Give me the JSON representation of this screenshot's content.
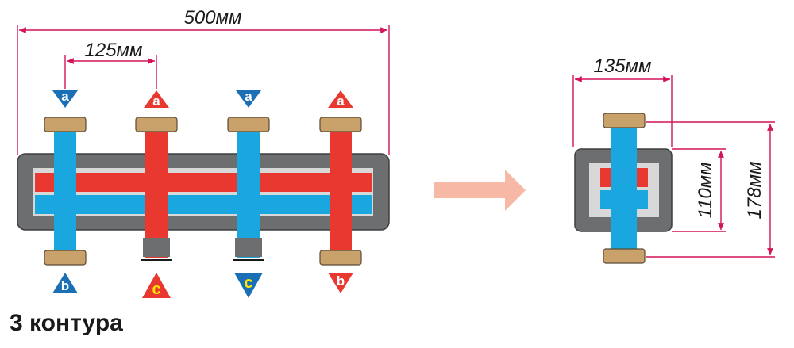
{
  "dimensions": {
    "total_width": "500мм",
    "pipe_spacing": "125мм",
    "side_width": "135мм",
    "inner_height": "110мм",
    "outer_height": "178мм"
  },
  "markers": {
    "top": [
      "a",
      "a",
      "a",
      "a"
    ],
    "bottom": [
      "b",
      "c",
      "c",
      "b"
    ]
  },
  "caption": "3 контура",
  "colors": {
    "hot": "#e8382f",
    "cold": "#1aa7e0",
    "cold_marker": "#1a6fb5",
    "housing": "#6d6e70",
    "fitting": "#c9a16a",
    "dimension": "#d4145a",
    "arrow": "#f7b9a6",
    "c_letter": "#ffe600"
  }
}
